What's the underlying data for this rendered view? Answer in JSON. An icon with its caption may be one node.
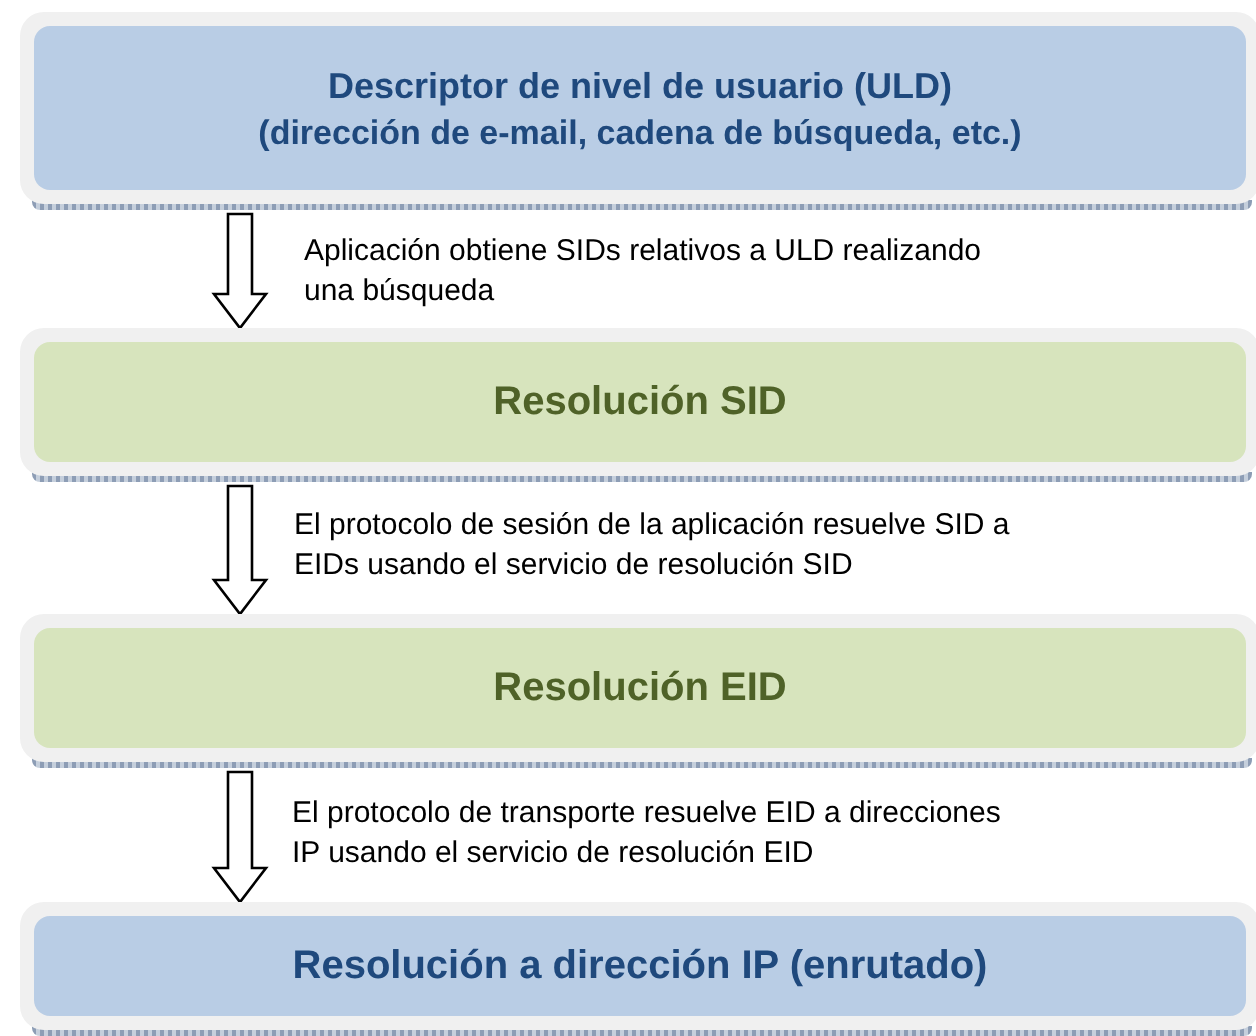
{
  "diagram": {
    "nodes": [
      {
        "text": [
          "Descriptor de nivel de usuario (ULD)",
          "(dirección de e-mail, cadena de búsqueda, etc.)"
        ]
      },
      {
        "text": [
          "Resolución SID"
        ]
      },
      {
        "text": [
          "Resolución EID"
        ]
      },
      {
        "text": [
          "Resolución a dirección IP (enrutado)"
        ]
      }
    ],
    "edges": [
      {
        "from": 0,
        "to": 1,
        "arrow": "to",
        "label": "Aplicación obtiene SIDs relativos a ULD realizando una búsqueda"
      },
      {
        "from": 1,
        "to": 2,
        "arrow": "to",
        "label": "El protocolo de sesión de la aplicación resuelve SID a EIDs usando el servicio de resolución SID"
      },
      {
        "from": 2,
        "to": 3,
        "arrow": "to",
        "label": "El protocolo de transporte resuelve EID a direcciones IP usando  el servicio de resolución EID"
      }
    ]
  }
}
